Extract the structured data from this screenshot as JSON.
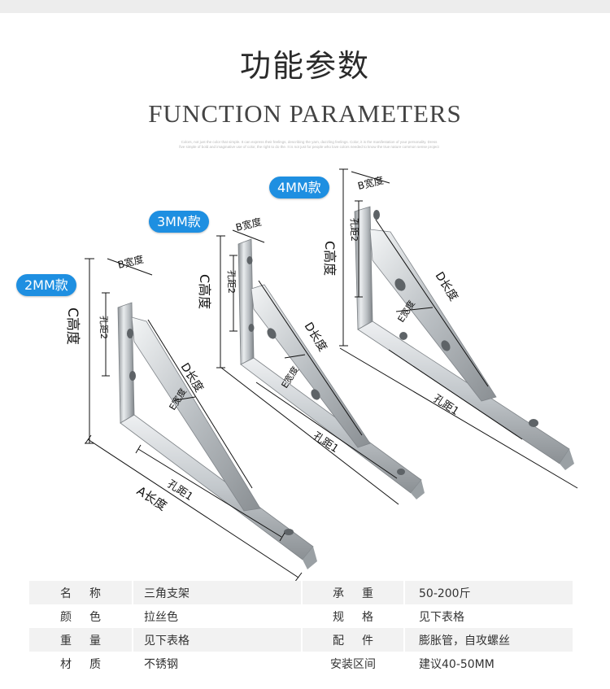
{
  "header": {
    "title_cn": "功能参数",
    "title_en": "FUNCTION PARAMETERS",
    "subtitle": "Colors, not just the color that simple. It can express their feelings, describing the yarn, dazzling feelings. Color, it is the manifestation of your personality. Dress five simple of bold and imaginative use of color, the right to do the. It is not just for people who love colors needed to know the true nature common sense project"
  },
  "badges": {
    "mm2": "2MM款",
    "mm3": "3MM款",
    "mm4": "4MM款"
  },
  "dimensions": {
    "a_length": "A长度",
    "b_width": "B宽度",
    "c_height": "C高度",
    "d_length": "D长度",
    "e_width": "E宽度",
    "hole_dist1": "孔距1",
    "hole_dist2": "孔距2"
  },
  "colors": {
    "badge_blue": "#1e8fe1",
    "steel": "#c9cdd1",
    "table_stripe": "#f2f2f2"
  },
  "params": [
    {
      "label1": "名称",
      "value1": "三角支架",
      "label2": "承重",
      "value2": "50-200斤"
    },
    {
      "label1": "颜色",
      "value1": "拉丝色",
      "label2": "规格",
      "value2": "见下表格"
    },
    {
      "label1": "重量",
      "value1": "见下表格",
      "label2": "配件",
      "value2": "膨胀管，自攻螺丝"
    },
    {
      "label1": "材质",
      "value1": "不锈钢",
      "label2": "安装区间",
      "value2": "建议40-50MM"
    }
  ]
}
